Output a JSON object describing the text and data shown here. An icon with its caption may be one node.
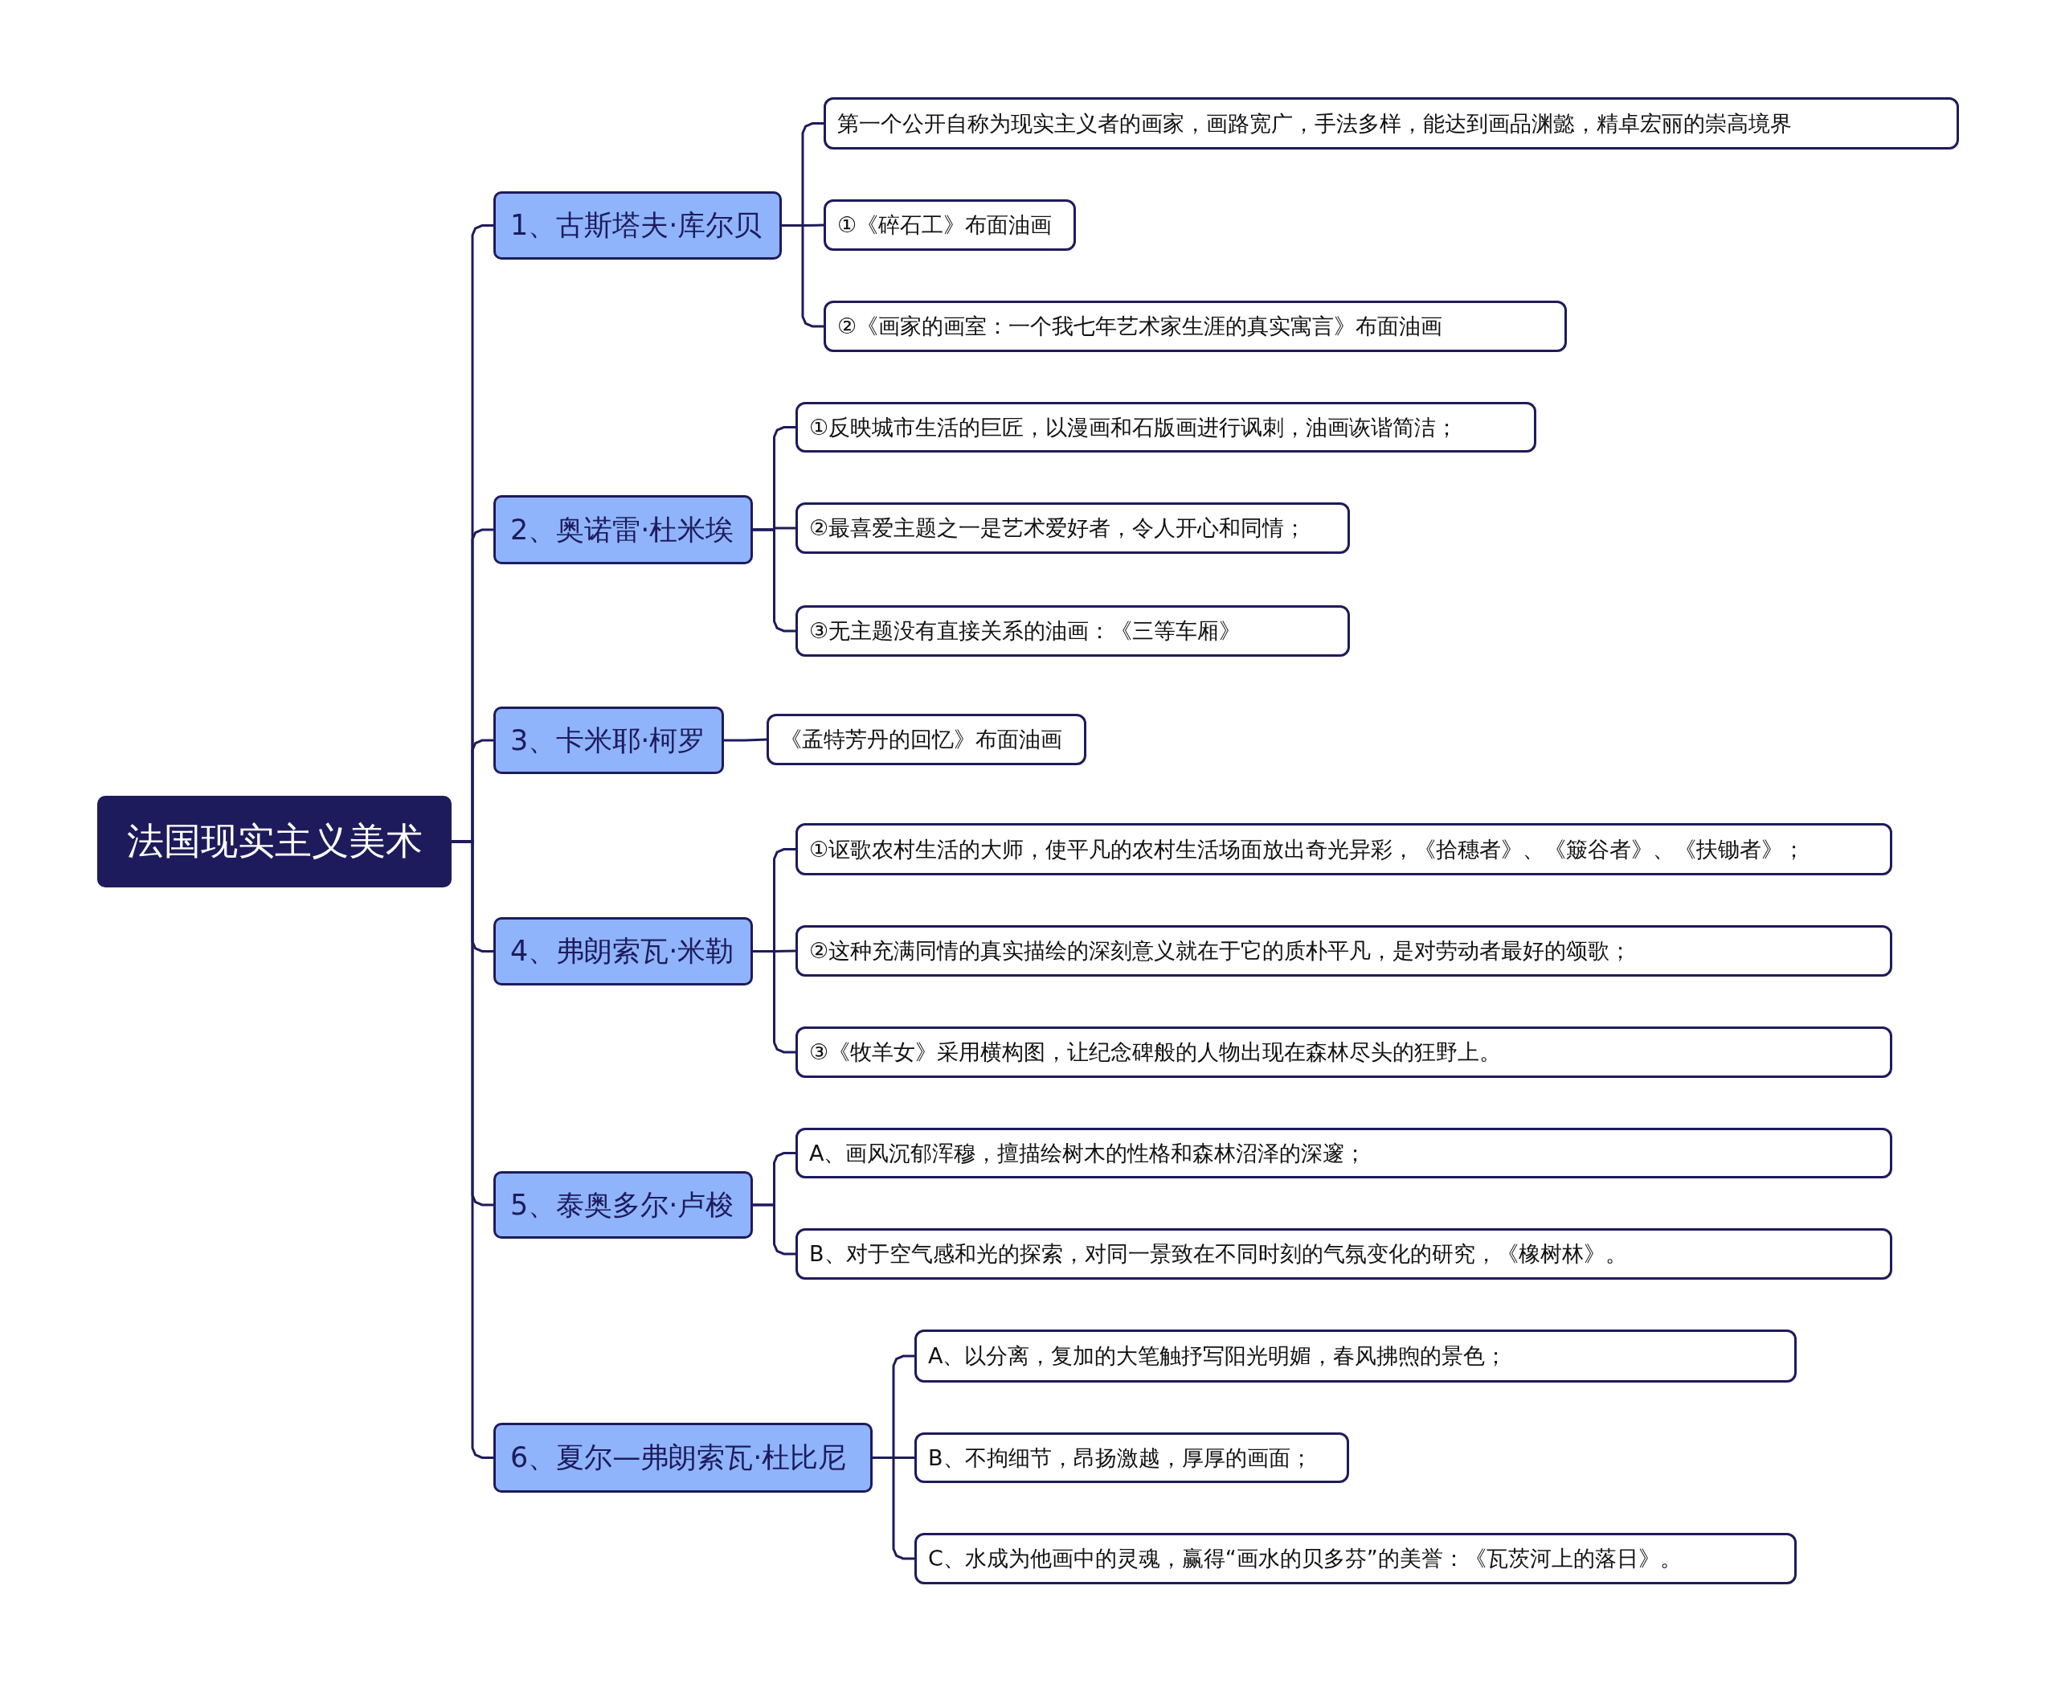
{
  "diagram": {
    "nodes": [
      {
        "text": [
          "法国现实主义美术"
        ]
      },
      {
        "text": [
          "1、古斯塔夫·库尔贝"
        ]
      },
      {
        "text": [
          "第一个公开自称为现实主义者的画家，画路宽广，手法多样，能达到画品渊懿，精卓宏丽的崇高境界"
        ]
      },
      {
        "text": [
          "①《碎石工》布面油画"
        ]
      },
      {
        "text": [
          "②《画家的画室：一个我七年艺术家生涯的真实寓言》布面油画"
        ]
      },
      {
        "text": [
          "2、奥诺雷·杜米埃"
        ]
      },
      {
        "text": [
          "①反映城市生活的巨匠，以漫画和石版画进行讽刺，油画诙谐简洁；"
        ]
      },
      {
        "text": [
          "②最喜爱主题之一是艺术爱好者，令人开心和同情；"
        ]
      },
      {
        "text": [
          "③无主题没有直接关系的油画：《三等车厢》"
        ]
      },
      {
        "text": [
          "3、卡米耶·柯罗"
        ]
      },
      {
        "text": [
          "《孟特芳丹的回忆》布面油画"
        ]
      },
      {
        "text": [
          "4、弗朗索瓦·米勒"
        ]
      },
      {
        "text": [
          "①讴歌农村生活的大师，使平凡的农村生活场面放出奇光异彩，《拾穗者》、《簸谷者》、《扶锄者》；"
        ]
      },
      {
        "text": [
          "②这种充满同情的真实描绘的深刻意义就在于它的质朴平凡，是对劳动者最好的颂歌；"
        ]
      },
      {
        "text": [
          "③《牧羊女》采用横构图，让纪念碑般的人物出现在森林尽头的狂野上。"
        ]
      },
      {
        "text": [
          "5、泰奥多尔·卢梭"
        ]
      },
      {
        "text": [
          "A、画风沉郁浑穆，擅描绘树木的性格和森林沼泽的深邃；"
        ]
      },
      {
        "text": [
          "B、对于空气感和光的探索，对同一景致在不同时刻的气氛变化的研究，《橡树林》。"
        ]
      },
      {
        "text": [
          "6、夏尔—弗朗索瓦·杜比尼"
        ]
      },
      {
        "text": [
          "A、以分离，复加的大笔触抒写阳光明媚，春风拂煦的景色；"
        ]
      },
      {
        "text": [
          "B、不拘细节，昂扬激越，厚厚的画面；"
        ]
      },
      {
        "text": [
          "C、水成为他画中的灵魂，赢得“画水的贝多芬”的美誉：《瓦茨河上的落日》。"
        ]
      }
    ],
    "edges": [
      {
        "from": 0,
        "to": 1,
        "arrow": "none"
      },
      {
        "from": 0,
        "to": 5,
        "arrow": "none"
      },
      {
        "from": 0,
        "to": 9,
        "arrow": "none"
      },
      {
        "from": 0,
        "to": 11,
        "arrow": "none"
      },
      {
        "from": 0,
        "to": 15,
        "arrow": "none"
      },
      {
        "from": 0,
        "to": 18,
        "arrow": "none"
      },
      {
        "from": 1,
        "to": 2,
        "arrow": "none"
      },
      {
        "from": 1,
        "to": 3,
        "arrow": "none"
      },
      {
        "from": 1,
        "to": 4,
        "arrow": "none"
      },
      {
        "from": 5,
        "to": 6,
        "arrow": "none"
      },
      {
        "from": 5,
        "to": 7,
        "arrow": "none"
      },
      {
        "from": 5,
        "to": 8,
        "arrow": "none"
      },
      {
        "from": 9,
        "to": 10,
        "arrow": "none"
      },
      {
        "from": 11,
        "to": 12,
        "arrow": "none"
      },
      {
        "from": 11,
        "to": 13,
        "arrow": "none"
      },
      {
        "from": 11,
        "to": 14,
        "arrow": "none"
      },
      {
        "from": 15,
        "to": 16,
        "arrow": "none"
      },
      {
        "from": 15,
        "to": 17,
        "arrow": "none"
      },
      {
        "from": 18,
        "to": 19,
        "arrow": "none"
      },
      {
        "from": 18,
        "to": 20,
        "arrow": "none"
      },
      {
        "from": 18,
        "to": 21,
        "arrow": "none"
      }
    ]
  }
}
